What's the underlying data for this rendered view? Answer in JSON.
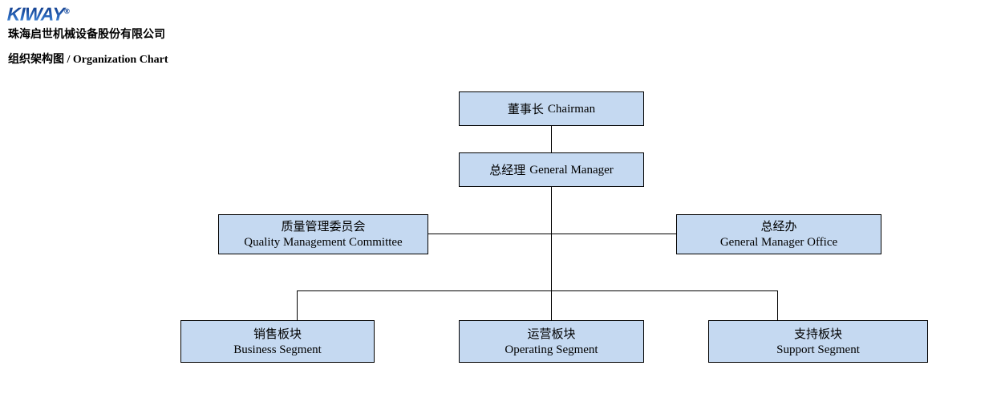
{
  "header": {
    "logo_text": "KIWAY",
    "logo_registered": "®",
    "company_name": "珠海启世机械设备股份有限公司",
    "title_cn": "组织架构图",
    "title_sep": " / ",
    "title_en": "Organization Chart",
    "brand_color": "#1b4ea0"
  },
  "chart_data": {
    "type": "diagram",
    "title": "组织架构图 / Organization Chart",
    "node_fill": "#c5d9f1",
    "node_border": "#000000",
    "nodes": [
      {
        "id": "chairman",
        "cn": "董事长",
        "en": "Chairman",
        "layout": "inline",
        "level": 1
      },
      {
        "id": "gm",
        "cn": "总经理",
        "en": "General Manager",
        "layout": "inline",
        "level": 2
      },
      {
        "id": "qmc",
        "cn": "质量管理委员会",
        "en": "Quality Management Committee",
        "layout": "stacked",
        "level": 3
      },
      {
        "id": "gmo",
        "cn": "总经办",
        "en": "General Manager Office",
        "layout": "stacked",
        "level": 3
      },
      {
        "id": "business",
        "cn": "销售板块",
        "en": "Business Segment",
        "layout": "stacked",
        "level": 4
      },
      {
        "id": "operating",
        "cn": "运营板块",
        "en": "Operating Segment",
        "layout": "stacked",
        "level": 4
      },
      {
        "id": "support",
        "cn": "支持板块",
        "en": "Support Segment",
        "layout": "stacked",
        "level": 4
      }
    ],
    "edges": [
      {
        "from": "chairman",
        "to": "gm"
      },
      {
        "from": "gm",
        "to": "qmc"
      },
      {
        "from": "gm",
        "to": "gmo"
      },
      {
        "from": "gm",
        "to": "business"
      },
      {
        "from": "gm",
        "to": "operating"
      },
      {
        "from": "gm",
        "to": "support"
      }
    ]
  }
}
